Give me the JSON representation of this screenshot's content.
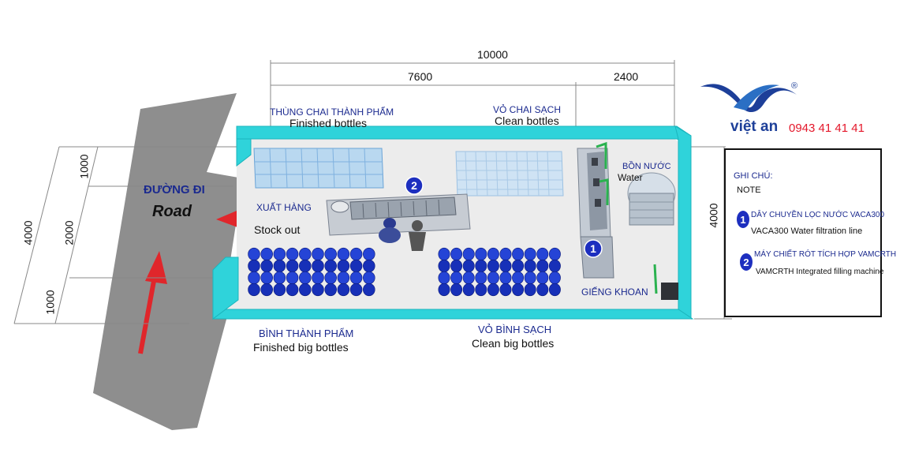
{
  "brand": {
    "name": "việt an",
    "phone": "0943 41 41 41",
    "reg": "®",
    "colors": {
      "blue": "#1d3f99",
      "red": "#e4182b"
    }
  },
  "dimensions": {
    "total_length": "10000",
    "left_length": "7600",
    "right_length": "2400",
    "right_width": "4000",
    "left_total": "4000",
    "left_top": "1000",
    "left_mid": "2000",
    "left_bottom": "1000"
  },
  "road": {
    "vn": "ĐƯỜNG ĐI",
    "en": "Road"
  },
  "areas": {
    "finished_bottles": {
      "vn": "THÙNG CHAI THÀNH PHẨM",
      "en": "Finished bottles"
    },
    "clean_bottles": {
      "vn": "VỎ CHAI SẠCH",
      "en": "Clean bottles"
    },
    "water_tank": {
      "vn": "BỒN NƯỚC",
      "en": "Water"
    },
    "stock_out": {
      "vn": "XUẤT HÀNG",
      "en": "Stock out"
    },
    "finished_big_bottles": {
      "vn": "BÌNH THÀNH PHẨM",
      "en": "Finished big bottles"
    },
    "clean_big_bottles": {
      "vn": "VỎ BÌNH SẠCH",
      "en": "Clean big bottles"
    },
    "well": {
      "vn": "GIẾNG KHOAN"
    }
  },
  "markers": {
    "m1": "1",
    "m2": "2"
  },
  "note": {
    "title_vn": "GHI CHÚ:",
    "title_en": "NOTE",
    "items": [
      {
        "num": "1",
        "vn": "DÂY CHUYỀN LỌC NƯỚC VACA300",
        "en": "VACA300 Water filtration line"
      },
      {
        "num": "2",
        "vn": "MÁY CHIẾT RÓT TÍCH HỢP VAMCRTH",
        "en": "VAMCRTH Integrated filling machine"
      }
    ]
  }
}
